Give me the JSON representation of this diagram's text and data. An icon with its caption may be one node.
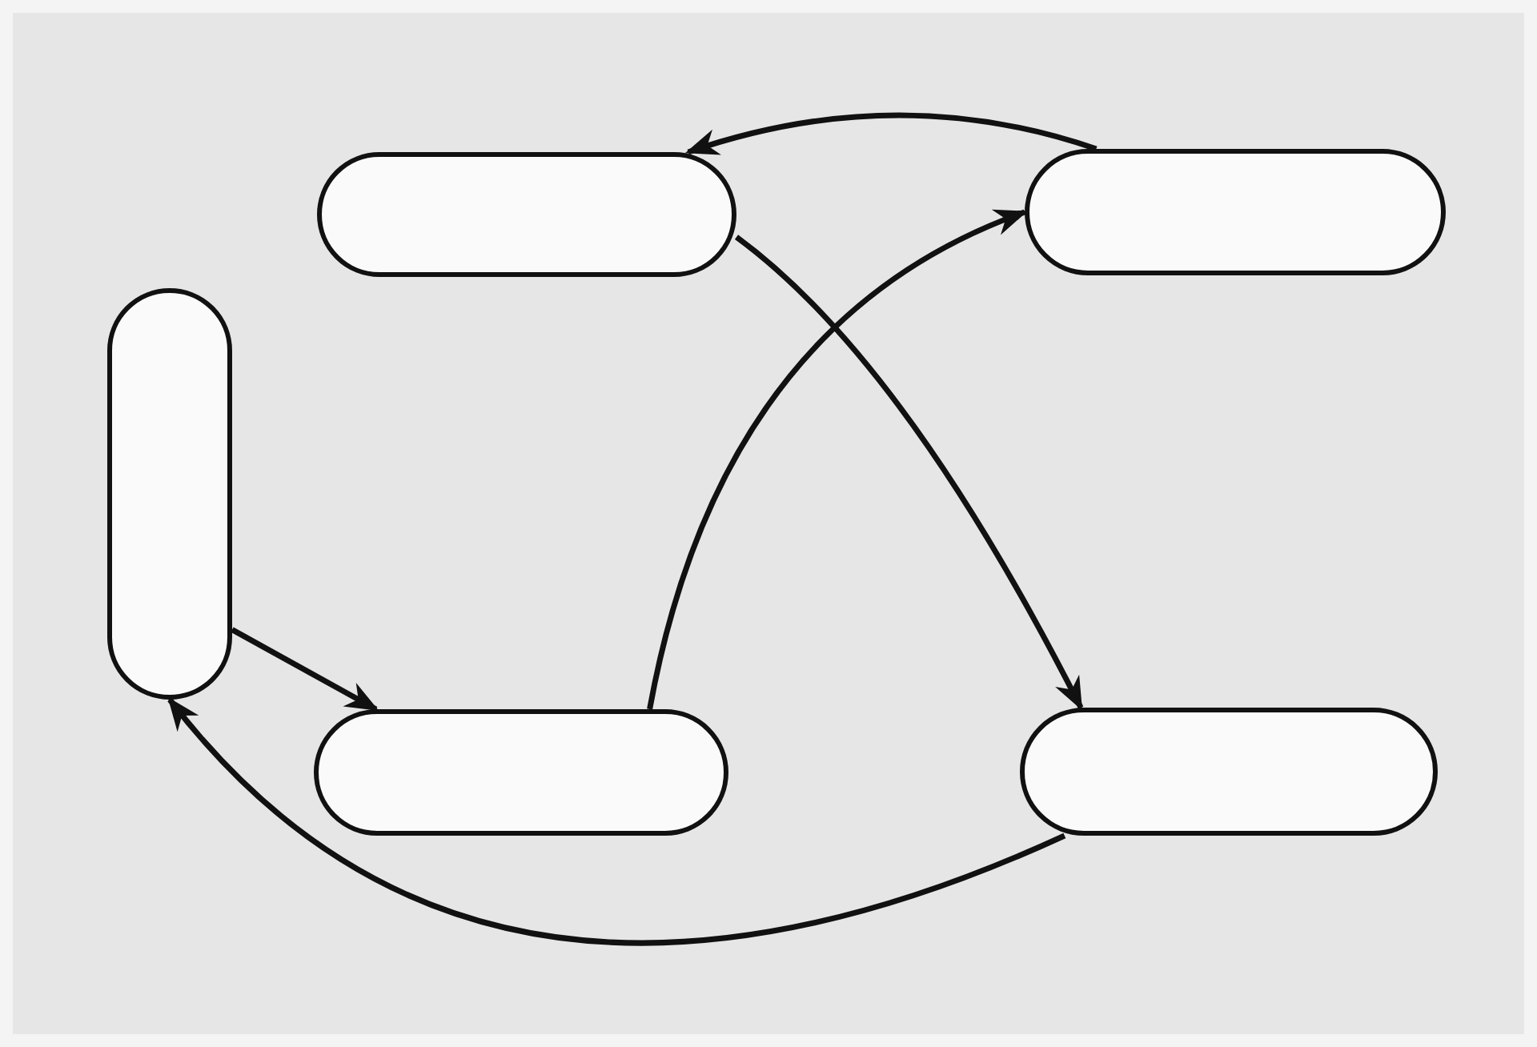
{
  "diagram": {
    "nodes": [
      {
        "text": [],
        "shape": "box"
      },
      {
        "text": [],
        "shape": "box"
      },
      {
        "text": [],
        "shape": "box"
      },
      {
        "text": [],
        "shape": "box"
      },
      {
        "text": [],
        "shape": "box"
      }
    ],
    "edges": [
      {
        "from": 1,
        "to": 0,
        "arrow": "to"
      },
      {
        "from": 0,
        "to": 4,
        "arrow": "to"
      },
      {
        "from": 3,
        "to": 1,
        "arrow": "to"
      },
      {
        "from": 2,
        "to": 3,
        "arrow": "to"
      },
      {
        "from": 4,
        "to": 2,
        "arrow": "to"
      }
    ]
  }
}
